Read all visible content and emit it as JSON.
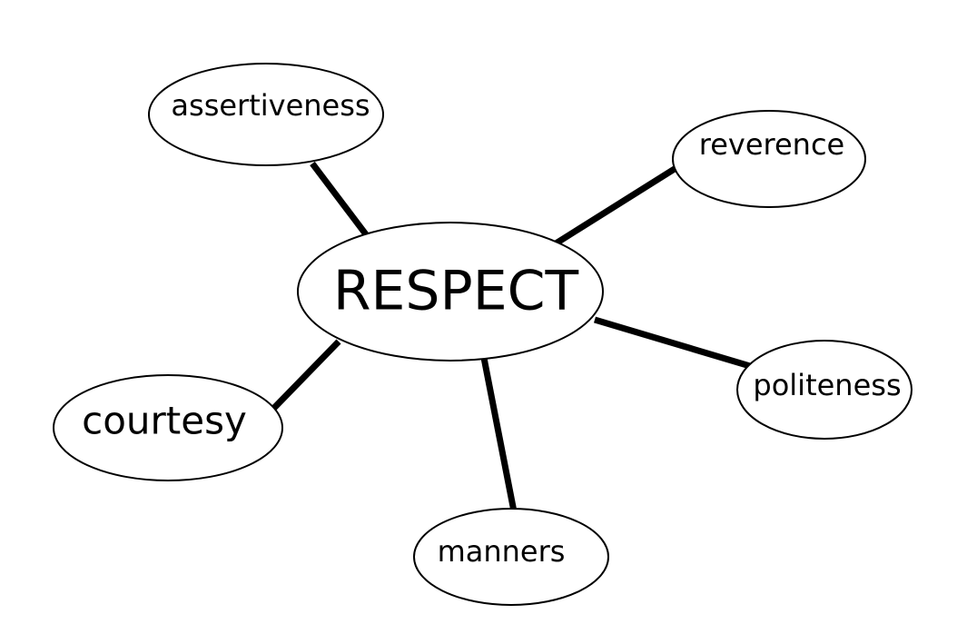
{
  "diagram": {
    "center": {
      "label": "RESPECT"
    },
    "nodes": [
      {
        "id": "assertiveness",
        "label": "assertiveness"
      },
      {
        "id": "reverence",
        "label": "reverence"
      },
      {
        "id": "politeness",
        "label": "politeness"
      },
      {
        "id": "manners",
        "label": "manners"
      },
      {
        "id": "courtesy",
        "label": "courtesy"
      }
    ]
  }
}
